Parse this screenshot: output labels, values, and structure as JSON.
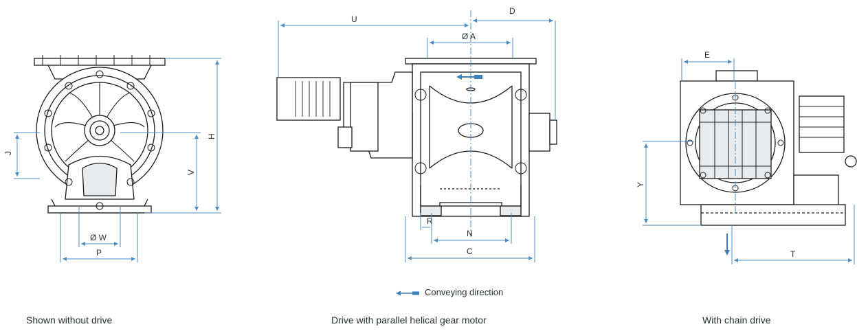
{
  "colors": {
    "line": "#1a1a1a",
    "dim": "#4a8ec4",
    "arrow": "#3f7fb8",
    "text": "#2b2f33",
    "fill": "#e9eaeb"
  },
  "labels": {
    "left": {
      "j": "J",
      "h": "H",
      "v": "V",
      "w": "Ø W",
      "p": "P"
    },
    "middle": {
      "u": "U",
      "d": "D",
      "a": "Ø A",
      "n": "N",
      "r": "R",
      "c": "C"
    },
    "right": {
      "e": "E",
      "y": "Y",
      "t": "T"
    }
  },
  "legend": {
    "text": "Conveying direction"
  },
  "captions": {
    "left": "Shown without drive",
    "middle": "Drive with parallel helical gear motor",
    "right": "With chain drive"
  }
}
